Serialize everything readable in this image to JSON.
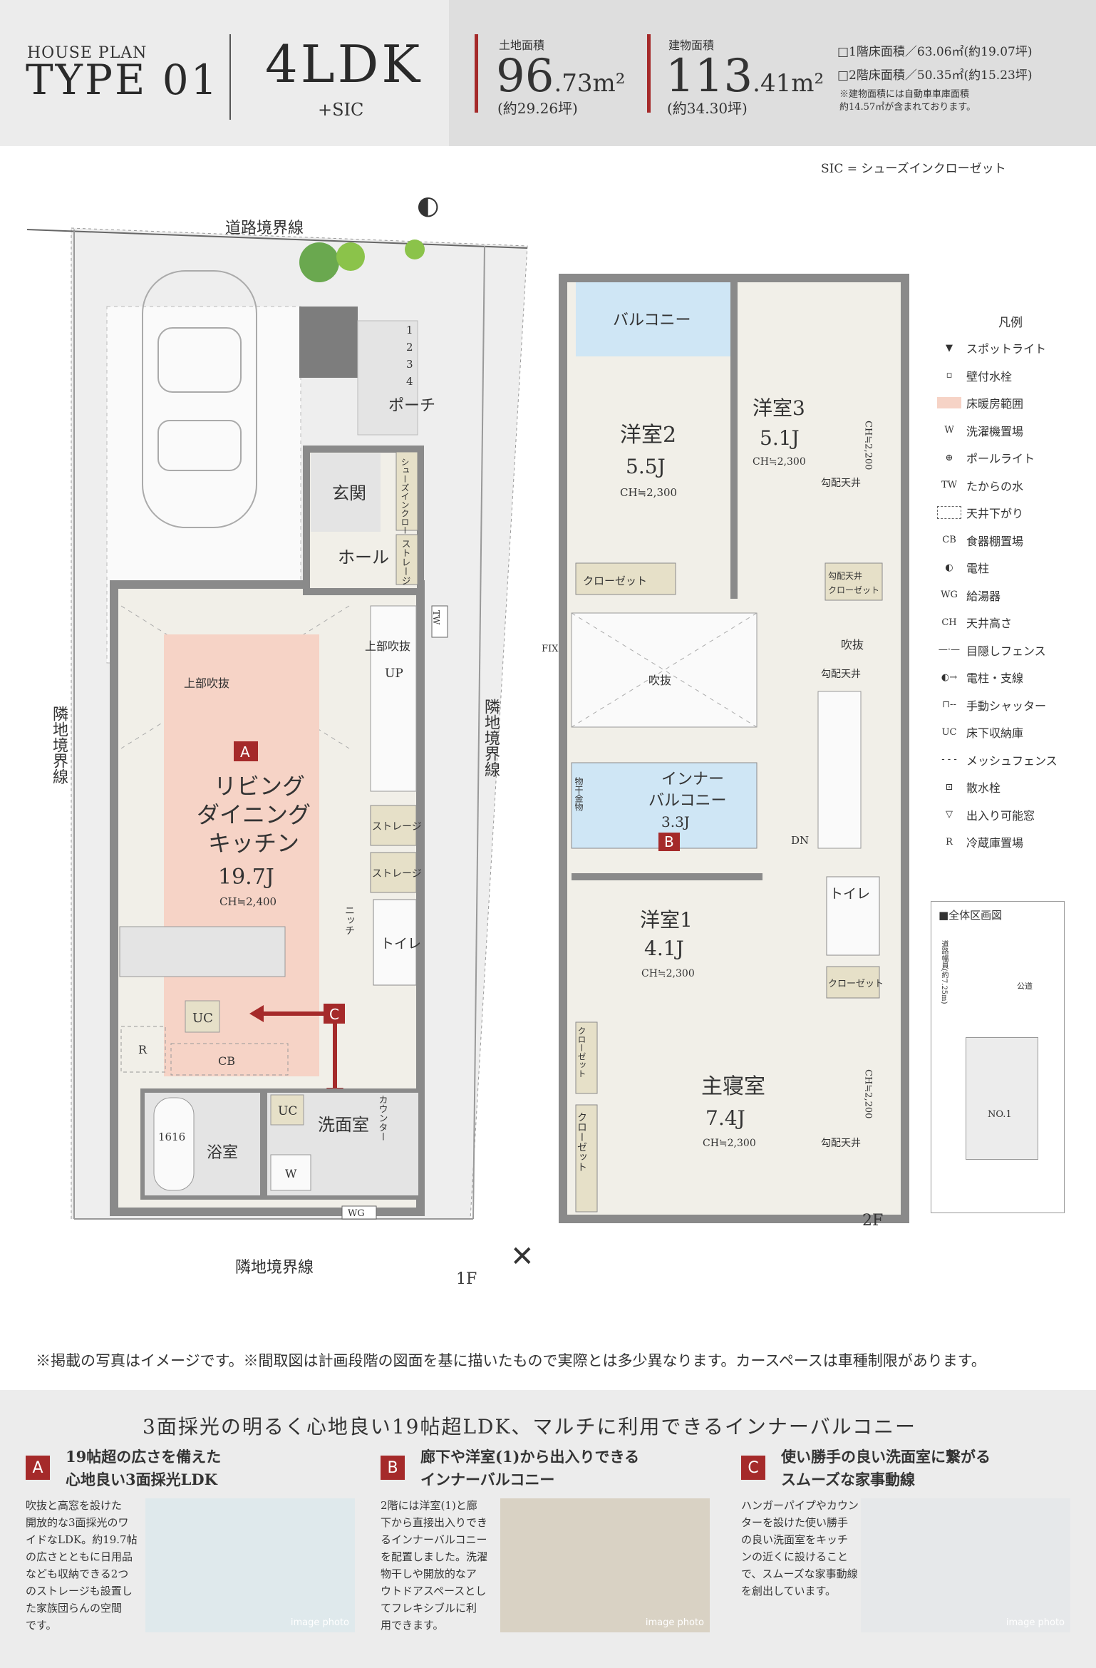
{
  "header": {
    "house_plan": "HOUSE PLAN",
    "type": "TYPE 01",
    "layout": "4LDK",
    "layout_sub": "+SIC",
    "land": {
      "label": "土地面積",
      "value_int": "96",
      "value_dec": ".73",
      "unit": "m²",
      "tsubo": "(約29.26坪)"
    },
    "building": {
      "label": "建物面積",
      "value_int": "113",
      "value_dec": ".41",
      "unit": "m²",
      "tsubo": "(約34.30坪)"
    },
    "floor1_area": "□1階床面積／63.06㎡(約19.07坪)",
    "floor2_area": "□2階床面積／50.35㎡(約15.23坪)",
    "note_line1": "※建物面積には自動車車庫面積",
    "note_line2": "約14.57㎡が含まれております。"
  },
  "sic_note": "SIC = シューズインクローゼット",
  "plan1f": {
    "road": "道路境界線",
    "neighbor_left": "隣地境界線",
    "neighbor_right": "隣地境界線",
    "neighbor_bottom": "隣地境界線",
    "floor_label": "1F",
    "porch": "ポーチ",
    "steps": [
      "1",
      "2",
      "3",
      "4"
    ],
    "entrance": "玄関",
    "sic": "シューズインクローゼット",
    "hall": "ホール",
    "storage": "ストレージ",
    "void_upper": "上部吹抜",
    "void_upper2": "上部吹抜",
    "up": "UP",
    "tw": "TW",
    "ldk_line1": "リビング",
    "ldk_line2": "ダイニング",
    "ldk_line3": "キッチン",
    "ldk_size": "19.7J",
    "ldk_ch": "CH≒2,400",
    "storage2": "ストレージ",
    "storage3": "ストレージ",
    "niche": "ニッチ",
    "toilet": "トイレ",
    "uc": "UC",
    "r": "R",
    "cb": "CB",
    "bath": "浴室",
    "bath_size": "1616",
    "uc2": "UC",
    "washroom": "洗面室",
    "w": "W",
    "counter": "カウンター",
    "wg": "WG",
    "marker_a": "A",
    "marker_c": "C"
  },
  "plan2f": {
    "floor_label": "2F",
    "balcony": "バルコニー",
    "room2": "洋室2",
    "room2_size": "5.5J",
    "room2_ch": "CH≒2,300",
    "room3": "洋室3",
    "room3_size": "5.1J",
    "room3_ch": "CH≒2,300",
    "ch2200a": "CH≒2,200",
    "slope_ceiling": "勾配天井",
    "slope_closet_1": "勾配天井",
    "slope_closet_2": "クローゼット",
    "closet": "クローゼット",
    "void": "吹抜",
    "void_small": "吹抜",
    "slope_ceiling2": "勾配天井",
    "fix": "FIX",
    "inner_balcony_1": "インナー",
    "inner_balcony_2": "バルコニー",
    "inner_balcony_size": "3.3J",
    "drying": "物干金物",
    "dn": "DN",
    "room1": "洋室1",
    "room1_size": "4.1J",
    "room1_ch": "CH≒2,300",
    "toilet": "トイレ",
    "closet2": "クローゼット",
    "closet3": "クローゼット",
    "closet4": "クローゼット",
    "master": "主寝室",
    "master_size": "7.4J",
    "master_ch": "CH≒2,300",
    "ch2200b": "CH≒2,200",
    "slope_ceiling3": "勾配天井",
    "marker_b": "B"
  },
  "legend": {
    "title": "凡例",
    "items": [
      {
        "icon": "spotlight-icon",
        "glyph": "▼",
        "label": "スポットライト"
      },
      {
        "icon": "faucet-icon",
        "glyph": "▫",
        "label": "壁付水栓"
      },
      {
        "icon": "floor-heating-icon",
        "glyph": "",
        "label": "床暖房範囲"
      },
      {
        "icon": "washer-icon",
        "glyph": "W",
        "label": "洗濯機置場"
      },
      {
        "icon": "pole-light-icon",
        "glyph": "⊕",
        "label": "ポールライト"
      },
      {
        "icon": "water-icon",
        "glyph": "TW",
        "label": "たからの水"
      },
      {
        "icon": "ceiling-drop-icon",
        "glyph": "",
        "label": "天井下がり"
      },
      {
        "icon": "cupboard-icon",
        "glyph": "CB",
        "label": "食器棚置場"
      },
      {
        "icon": "utility-pole-icon",
        "glyph": "◐",
        "label": "電柱"
      },
      {
        "icon": "water-heater-icon",
        "glyph": "WG",
        "label": "給湯器"
      },
      {
        "icon": "ceiling-height-icon",
        "glyph": "CH",
        "label": "天井高さ"
      },
      {
        "icon": "screen-fence-icon",
        "glyph": "—·—",
        "label": "目隠しフェンス"
      },
      {
        "icon": "pole-wire-icon",
        "glyph": "◐→",
        "label": "電柱・支線"
      },
      {
        "icon": "shutter-icon",
        "glyph": "⊓--",
        "label": "手動シャッター"
      },
      {
        "icon": "underfloor-icon",
        "glyph": "UC",
        "label": "床下収納庫"
      },
      {
        "icon": "mesh-fence-icon",
        "glyph": "- - -",
        "label": "メッシュフェンス"
      },
      {
        "icon": "sprinkler-icon",
        "glyph": "⊡",
        "label": "散水栓"
      },
      {
        "icon": "window-door-icon",
        "glyph": "▽",
        "label": "出入り可能窓"
      },
      {
        "icon": "fridge-icon",
        "glyph": "R",
        "label": "冷蔵庫置場"
      }
    ]
  },
  "site_map": {
    "title": "■全体区画図",
    "road": "公道",
    "lot": "NO.1",
    "road_width": "道路幅員(約7.25m)"
  },
  "disclaimer": "※掲載の写真はイメージです。※間取図は計画段階の図面を基に描いたもので実際とは多少異なります。カースペースは車種制限があります。",
  "features": {
    "title": "3面採光の明るく心地良い19帖超LDK、マルチに利用できるインナーバルコニー",
    "items": [
      {
        "badge": "A",
        "head1": "19帖超の広さを備えた",
        "head2": "心地良い3面採光LDK",
        "body": [
          "吹抜と高窓を設けた",
          "開放的な3面採光のワ",
          "イドなLDK。約19.7帖",
          "の広さとともに日用品",
          "なども収納できる2つ",
          "のストレージも設置し",
          "た家族団らんの空間",
          "です。"
        ],
        "caption": "image photo"
      },
      {
        "badge": "B",
        "head1": "廊下や洋室(1)から出入りできる",
        "head2": "インナーバルコニー",
        "body": [
          "2階には洋室(1)と廊",
          "下から直接出入りでき",
          "るインナーバルコニー",
          "を配置しました。洗濯",
          "物干しや開放的なア",
          "ウトドアスペースとし",
          "てフレキシブルに利",
          "用できます。"
        ],
        "caption": "image photo"
      },
      {
        "badge": "C",
        "head1": "使い勝手の良い洗面室に繋がる",
        "head2": "スムーズな家事動線",
        "body": [
          "ハンガーパイプやカウン",
          "ターを設けた使い勝手",
          "の良い洗面室をキッチ",
          "ンの近くに設けること",
          "で、スムーズな家事動線",
          "を創出しています。"
        ],
        "caption": "image photo"
      }
    ]
  },
  "colors": {
    "accent": "#a52a2a",
    "heating": "#f6d3c6",
    "balcony": "#cfe6f5",
    "wall": "#8a8a8a",
    "floor": "#f1efe8",
    "storage": "#e6e0c8"
  }
}
